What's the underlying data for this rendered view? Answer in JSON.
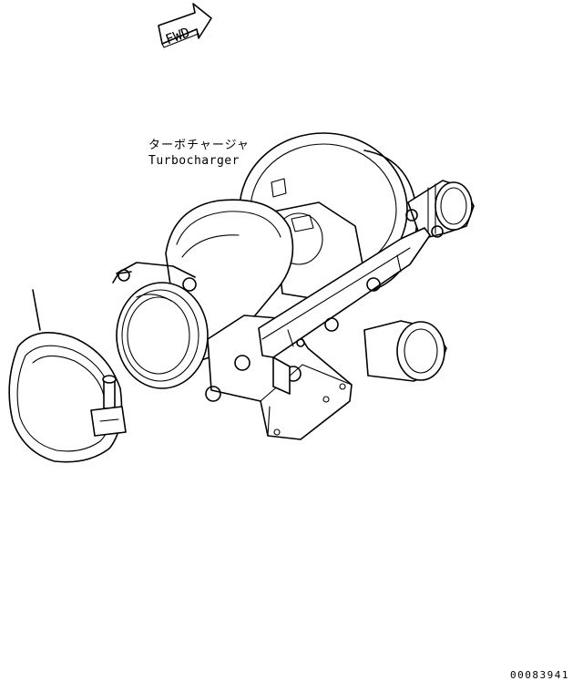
{
  "fwd_label": "FWD",
  "part_name_jp": "ターボチャージャ",
  "part_name_en": "Turbocharger",
  "drawing_number": "00083941",
  "line_color": "#000000",
  "background_color": "#ffffff"
}
